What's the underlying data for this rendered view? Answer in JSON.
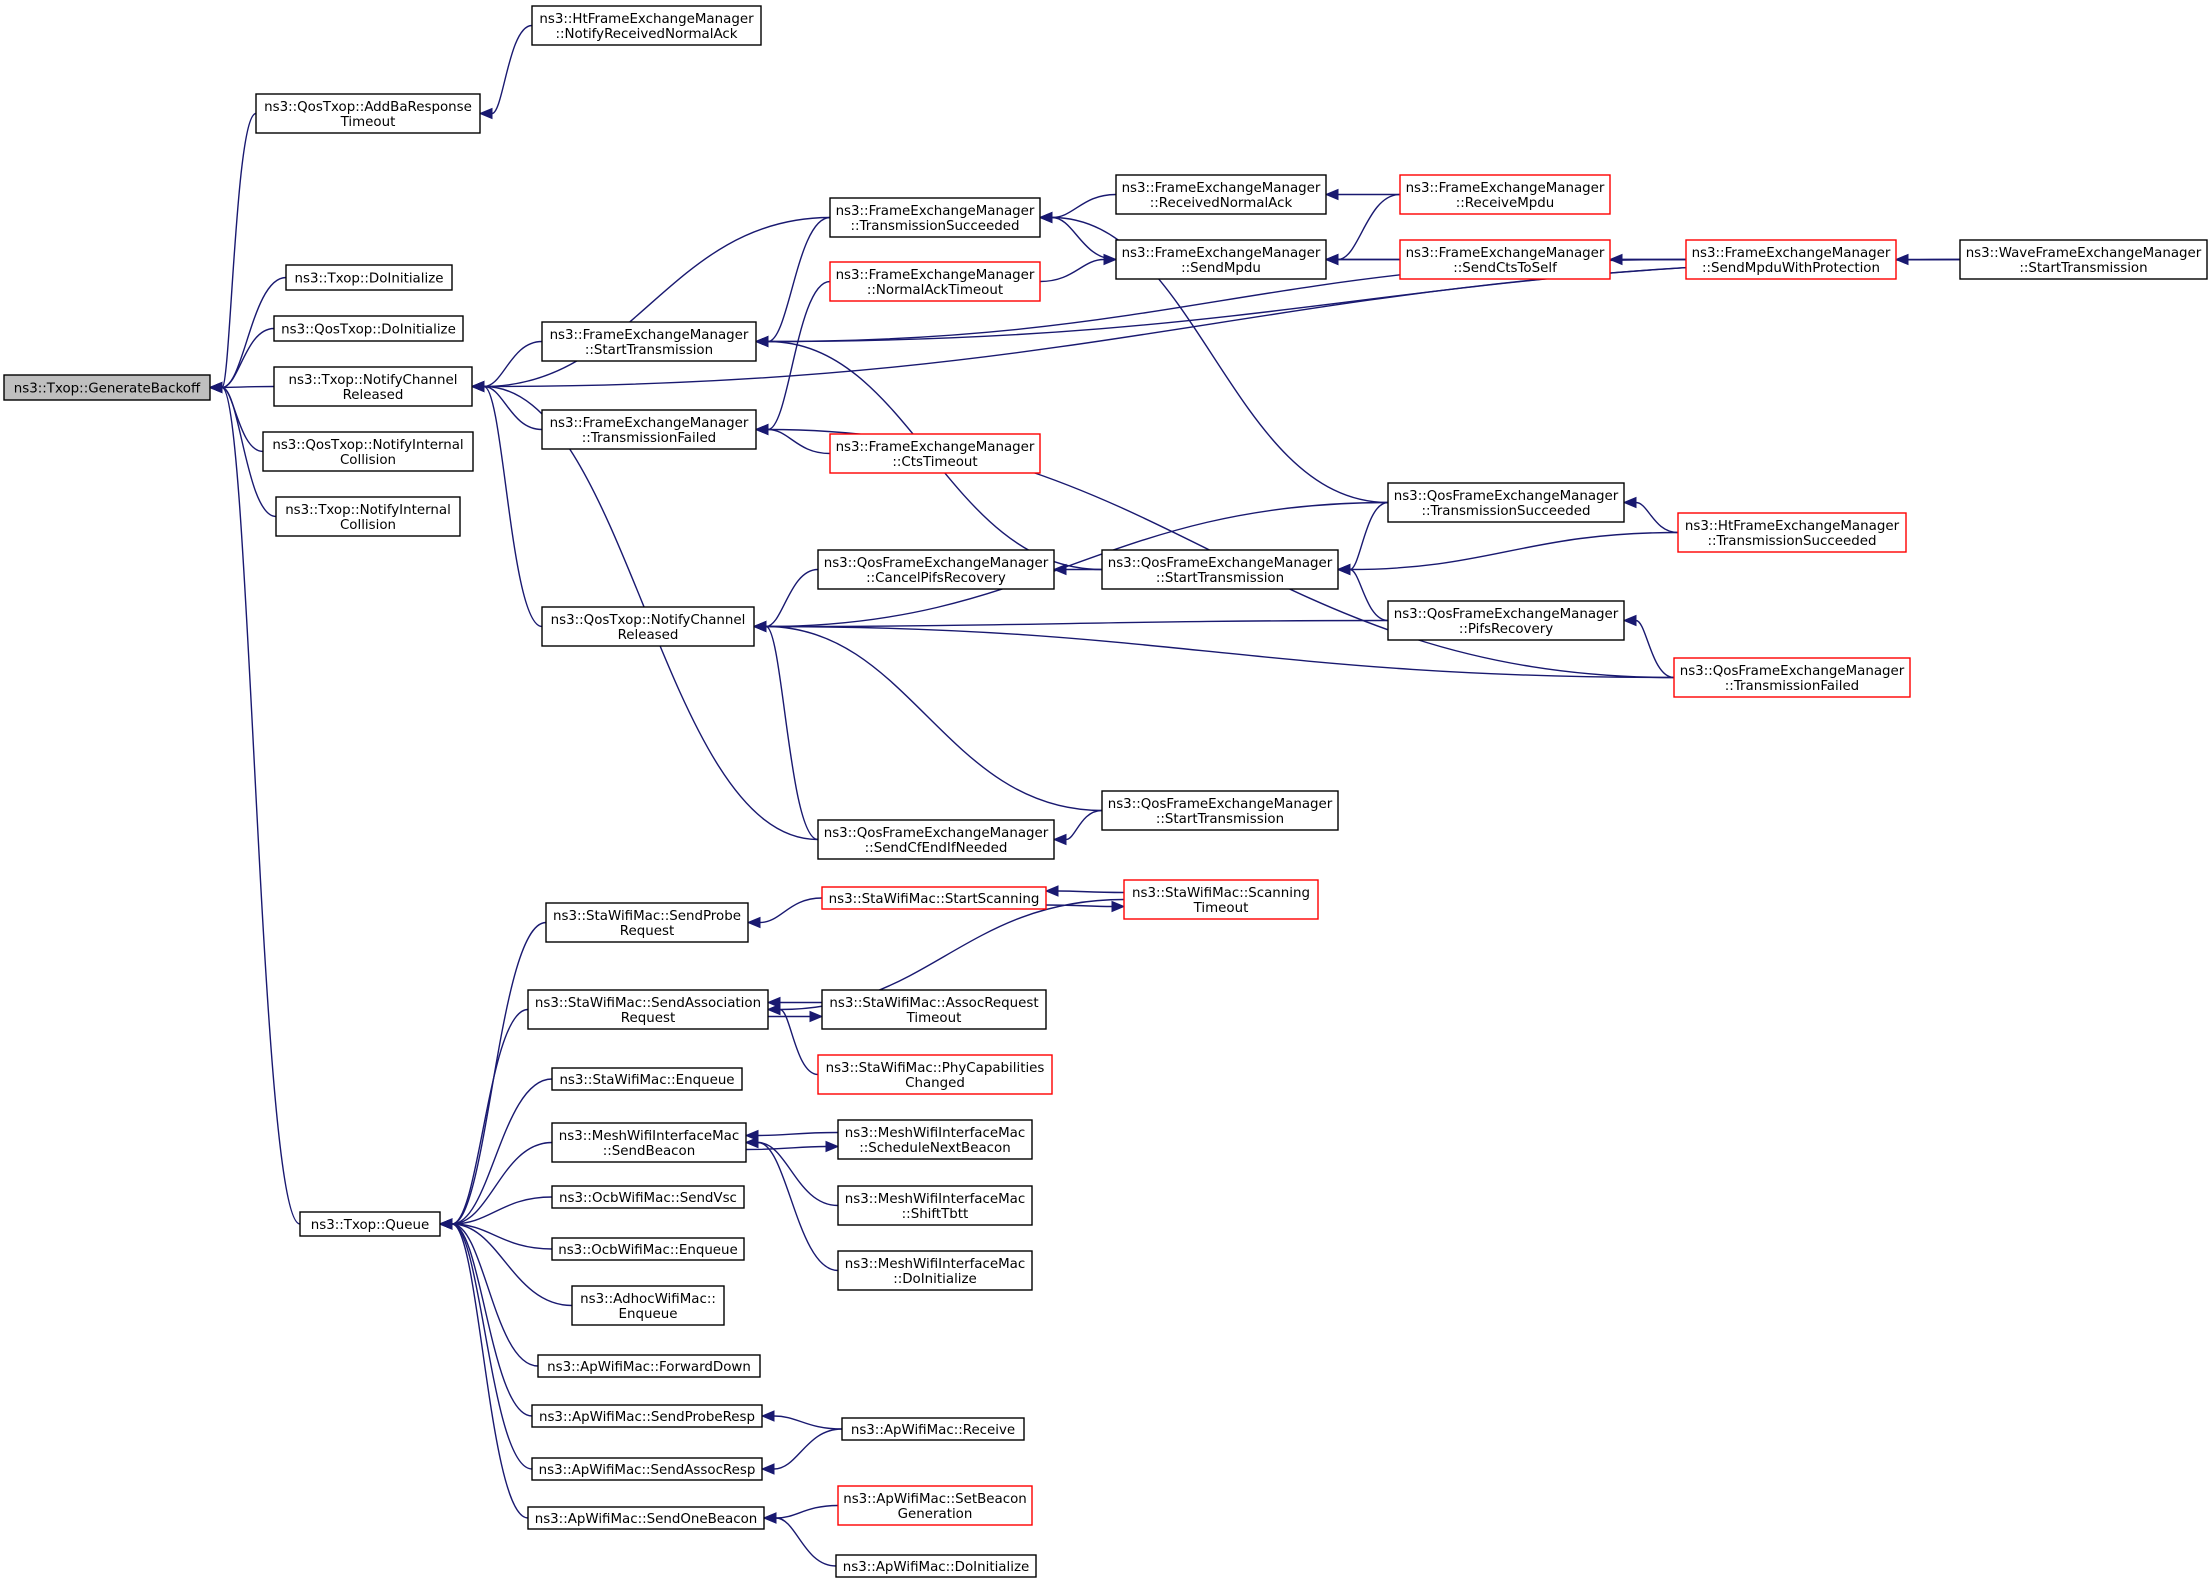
{
  "colors": {
    "edge": "#191970",
    "normal_border": "#000000",
    "truncated_border": "#ff0000",
    "root_fill": "#bfbfbf",
    "node_fill": "#ffffff"
  },
  "nodes": [
    {
      "id": "root",
      "lines": [
        "ns3::Txop::GenerateBackoff"
      ],
      "root": true,
      "truncated": false
    },
    {
      "id": "ht_nrna",
      "lines": [
        "ns3::HtFrameExchangeManager",
        "::NotifyReceivedNormalAck"
      ],
      "truncated": false
    },
    {
      "id": "qos_addba",
      "lines": [
        "ns3::QosTxop::AddBaResponse",
        "Timeout"
      ],
      "truncated": false
    },
    {
      "id": "txop_doinit",
      "lines": [
        "ns3::Txop::DoInitialize"
      ],
      "truncated": false
    },
    {
      "id": "qos_doinit",
      "lines": [
        "ns3::QosTxop::DoInitialize"
      ],
      "truncated": false
    },
    {
      "id": "txop_ncr",
      "lines": [
        "ns3::Txop::NotifyChannel",
        "Released"
      ],
      "truncated": false
    },
    {
      "id": "qos_nic",
      "lines": [
        "ns3::QosTxop::NotifyInternal",
        "Collision"
      ],
      "truncated": false
    },
    {
      "id": "txop_nic",
      "lines": [
        "ns3::Txop::NotifyInternal",
        "Collision"
      ],
      "truncated": false
    },
    {
      "id": "fem_ts",
      "lines": [
        "ns3::FrameExchangeManager",
        "::TransmissionSucceeded"
      ],
      "truncated": false
    },
    {
      "id": "fem_st",
      "lines": [
        "ns3::FrameExchangeManager",
        "::StartTransmission"
      ],
      "truncated": false
    },
    {
      "id": "fem_tf",
      "lines": [
        "ns3::FrameExchangeManager",
        "::TransmissionFailed"
      ],
      "truncated": false
    },
    {
      "id": "fem_nat",
      "lines": [
        "ns3::FrameExchangeManager",
        "::NormalAckTimeout"
      ],
      "truncated": true
    },
    {
      "id": "fem_rna",
      "lines": [
        "ns3::FrameExchangeManager",
        "::ReceivedNormalAck"
      ],
      "truncated": false
    },
    {
      "id": "fem_sm",
      "lines": [
        "ns3::FrameExchangeManager",
        "::SendMpdu"
      ],
      "truncated": false
    },
    {
      "id": "fem_rm",
      "lines": [
        "ns3::FrameExchangeManager",
        "::ReceiveMpdu"
      ],
      "truncated": true
    },
    {
      "id": "fem_scts",
      "lines": [
        "ns3::FrameExchangeManager",
        "::SendCtsToSelf"
      ],
      "truncated": true
    },
    {
      "id": "fem_smwp",
      "lines": [
        "ns3::FrameExchangeManager",
        "::SendMpduWithProtection"
      ],
      "truncated": true
    },
    {
      "id": "wave_st",
      "lines": [
        "ns3::WaveFrameExchangeManager",
        "::StartTransmission"
      ],
      "truncated": false
    },
    {
      "id": "fem_ctst",
      "lines": [
        "ns3::FrameExchangeManager",
        "::CtsTimeout"
      ],
      "truncated": true
    },
    {
      "id": "qosfem_ts",
      "lines": [
        "ns3::QosFrameExchangeManager",
        "::TransmissionSucceeded"
      ],
      "truncated": false
    },
    {
      "id": "htfem_ts",
      "lines": [
        "ns3::HtFrameExchangeManager",
        "::TransmissionSucceeded"
      ],
      "truncated": true
    },
    {
      "id": "qos_ncr",
      "lines": [
        "ns3::QosTxop::NotifyChannel",
        "Released"
      ],
      "truncated": false
    },
    {
      "id": "qosfem_cpr",
      "lines": [
        "ns3::QosFrameExchangeManager",
        "::CancelPifsRecovery"
      ],
      "truncated": false
    },
    {
      "id": "qosfem_st1",
      "lines": [
        "ns3::QosFrameExchangeManager",
        "::StartTransmission"
      ],
      "truncated": false
    },
    {
      "id": "qosfem_pr",
      "lines": [
        "ns3::QosFrameExchangeManager",
        "::PifsRecovery"
      ],
      "truncated": false
    },
    {
      "id": "qosfem_tf",
      "lines": [
        "ns3::QosFrameExchangeManager",
        "::TransmissionFailed"
      ],
      "truncated": true
    },
    {
      "id": "qosfem_st2",
      "lines": [
        "ns3::QosFrameExchangeManager",
        "::StartTransmission"
      ],
      "truncated": false
    },
    {
      "id": "qosfem_scen",
      "lines": [
        "ns3::QosFrameExchangeManager",
        "::SendCfEndIfNeeded"
      ],
      "truncated": false
    },
    {
      "id": "sta_spr",
      "lines": [
        "ns3::StaWifiMac::SendProbe",
        "Request"
      ],
      "truncated": false
    },
    {
      "id": "sta_ss",
      "lines": [
        "ns3::StaWifiMac::StartScanning"
      ],
      "truncated": true
    },
    {
      "id": "sta_sto",
      "lines": [
        "ns3::StaWifiMac::Scanning",
        "Timeout"
      ],
      "truncated": true
    },
    {
      "id": "sta_sar",
      "lines": [
        "ns3::StaWifiMac::SendAssociation",
        "Request"
      ],
      "truncated": false
    },
    {
      "id": "sta_art",
      "lines": [
        "ns3::StaWifiMac::AssocRequest",
        "Timeout"
      ],
      "truncated": false
    },
    {
      "id": "sta_pcc",
      "lines": [
        "ns3::StaWifiMac::PhyCapabilities",
        "Changed"
      ],
      "truncated": true
    },
    {
      "id": "sta_enq",
      "lines": [
        "ns3::StaWifiMac::Enqueue"
      ],
      "truncated": false
    },
    {
      "id": "mesh_sb",
      "lines": [
        "ns3::MeshWifiInterfaceMac",
        "::SendBeacon"
      ],
      "truncated": false
    },
    {
      "id": "mesh_snb",
      "lines": [
        "ns3::MeshWifiInterfaceMac",
        "::ScheduleNextBeacon"
      ],
      "truncated": false
    },
    {
      "id": "mesh_stbtt",
      "lines": [
        "ns3::MeshWifiInterfaceMac",
        "::ShiftTbtt"
      ],
      "truncated": false
    },
    {
      "id": "mesh_doinit",
      "lines": [
        "ns3::MeshWifiInterfaceMac",
        "::DoInitialize"
      ],
      "truncated": false
    },
    {
      "id": "txop_queue",
      "lines": [
        "ns3::Txop::Queue"
      ],
      "truncated": false
    },
    {
      "id": "ocb_svsc",
      "lines": [
        "ns3::OcbWifiMac::SendVsc"
      ],
      "truncated": false
    },
    {
      "id": "ocb_enq",
      "lines": [
        "ns3::OcbWifiMac::Enqueue"
      ],
      "truncated": false
    },
    {
      "id": "adhoc_enq",
      "lines": [
        "ns3::AdhocWifiMac::",
        "Enqueue"
      ],
      "truncated": false
    },
    {
      "id": "ap_fd",
      "lines": [
        "ns3::ApWifiMac::ForwardDown"
      ],
      "truncated": false
    },
    {
      "id": "ap_spr",
      "lines": [
        "ns3::ApWifiMac::SendProbeResp"
      ],
      "truncated": false
    },
    {
      "id": "ap_recv",
      "lines": [
        "ns3::ApWifiMac::Receive"
      ],
      "truncated": false
    },
    {
      "id": "ap_sar",
      "lines": [
        "ns3::ApWifiMac::SendAssocResp"
      ],
      "truncated": false
    },
    {
      "id": "ap_sob",
      "lines": [
        "ns3::ApWifiMac::SendOneBeacon"
      ],
      "truncated": false
    },
    {
      "id": "ap_sbg",
      "lines": [
        "ns3::ApWifiMac::SetBeacon",
        "Generation"
      ],
      "truncated": true
    },
    {
      "id": "ap_doinit",
      "lines": [
        "ns3::ApWifiMac::DoInitialize"
      ],
      "truncated": false
    }
  ],
  "edges": [
    {
      "from": "qos_addba",
      "to": "root"
    },
    {
      "from": "txop_doinit",
      "to": "root"
    },
    {
      "from": "qos_doinit",
      "to": "root"
    },
    {
      "from": "txop_ncr",
      "to": "root"
    },
    {
      "from": "qos_nic",
      "to": "root"
    },
    {
      "from": "txop_nic",
      "to": "root"
    },
    {
      "from": "txop_queue",
      "to": "root"
    },
    {
      "from": "ht_nrna",
      "to": "qos_addba"
    },
    {
      "from": "fem_ts",
      "to": "txop_ncr"
    },
    {
      "from": "fem_st",
      "to": "txop_ncr"
    },
    {
      "from": "fem_tf",
      "to": "txop_ncr"
    },
    {
      "from": "qos_ncr",
      "to": "txop_ncr"
    },
    {
      "from": "wave_st",
      "to": "txop_ncr"
    },
    {
      "from": "qosfem_scen",
      "to": "txop_ncr"
    },
    {
      "from": "fem_rna",
      "to": "fem_ts"
    },
    {
      "from": "fem_sm",
      "to": "fem_ts"
    },
    {
      "from": "qosfem_ts",
      "to": "fem_ts"
    },
    {
      "from": "fem_ts",
      "to": "fem_st"
    },
    {
      "from": "fem_smwp",
      "to": "fem_st"
    },
    {
      "from": "wave_st",
      "to": "fem_st"
    },
    {
      "from": "qosfem_st1",
      "to": "fem_st"
    },
    {
      "from": "fem_nat",
      "to": "fem_tf"
    },
    {
      "from": "fem_ctst",
      "to": "fem_tf"
    },
    {
      "from": "qosfem_tf",
      "to": "fem_tf"
    },
    {
      "from": "fem_rm",
      "to": "fem_rna"
    },
    {
      "from": "fem_nat",
      "to": "fem_sm"
    },
    {
      "from": "fem_rm",
      "to": "fem_sm"
    },
    {
      "from": "fem_scts",
      "to": "fem_sm"
    },
    {
      "from": "fem_smwp",
      "to": "fem_sm"
    },
    {
      "from": "fem_smwp",
      "to": "fem_scts"
    },
    {
      "from": "wave_st",
      "to": "fem_smwp"
    },
    {
      "from": "htfem_ts",
      "to": "qosfem_ts"
    },
    {
      "from": "qosfem_ts",
      "to": "qosfem_st1"
    },
    {
      "from": "htfem_ts",
      "to": "qosfem_st1"
    },
    {
      "from": "qosfem_pr",
      "to": "qosfem_st1"
    },
    {
      "from": "qosfem_st1",
      "to": "qosfem_cpr"
    },
    {
      "from": "qosfem_tf",
      "to": "qosfem_pr"
    },
    {
      "from": "qosfem_cpr",
      "to": "qos_ncr"
    },
    {
      "from": "qosfem_ts",
      "to": "qos_ncr"
    },
    {
      "from": "qosfem_pr",
      "to": "qos_ncr"
    },
    {
      "from": "qosfem_tf",
      "to": "qos_ncr"
    },
    {
      "from": "qosfem_st2",
      "to": "qos_ncr"
    },
    {
      "from": "qosfem_scen",
      "to": "qos_ncr"
    },
    {
      "from": "qosfem_st2",
      "to": "qosfem_scen"
    },
    {
      "from": "sta_spr",
      "to": "txop_queue"
    },
    {
      "from": "sta_sar",
      "to": "txop_queue"
    },
    {
      "from": "sta_enq",
      "to": "txop_queue"
    },
    {
      "from": "mesh_sb",
      "to": "txop_queue"
    },
    {
      "from": "ocb_svsc",
      "to": "txop_queue"
    },
    {
      "from": "ocb_enq",
      "to": "txop_queue"
    },
    {
      "from": "adhoc_enq",
      "to": "txop_queue"
    },
    {
      "from": "ap_fd",
      "to": "txop_queue"
    },
    {
      "from": "ap_spr",
      "to": "txop_queue"
    },
    {
      "from": "ap_sar",
      "to": "txop_queue"
    },
    {
      "from": "ap_sob",
      "to": "txop_queue"
    },
    {
      "from": "sta_ss",
      "to": "sta_spr"
    },
    {
      "from": "sta_sto",
      "to": "sta_ss"
    },
    {
      "from": "sta_ss",
      "to": "sta_sto"
    },
    {
      "from": "sta_sto",
      "to": "sta_sar"
    },
    {
      "from": "sta_art",
      "to": "sta_sar"
    },
    {
      "from": "sta_sar",
      "to": "sta_art"
    },
    {
      "from": "sta_pcc",
      "to": "sta_sar"
    },
    {
      "from": "mesh_snb",
      "to": "mesh_sb"
    },
    {
      "from": "mesh_sb",
      "to": "mesh_snb"
    },
    {
      "from": "mesh_stbtt",
      "to": "mesh_sb"
    },
    {
      "from": "mesh_doinit",
      "to": "mesh_sb"
    },
    {
      "from": "ap_recv",
      "to": "ap_spr"
    },
    {
      "from": "ap_recv",
      "to": "ap_sar"
    },
    {
      "from": "ap_sbg",
      "to": "ap_sob"
    },
    {
      "from": "ap_doinit",
      "to": "ap_sob"
    }
  ]
}
